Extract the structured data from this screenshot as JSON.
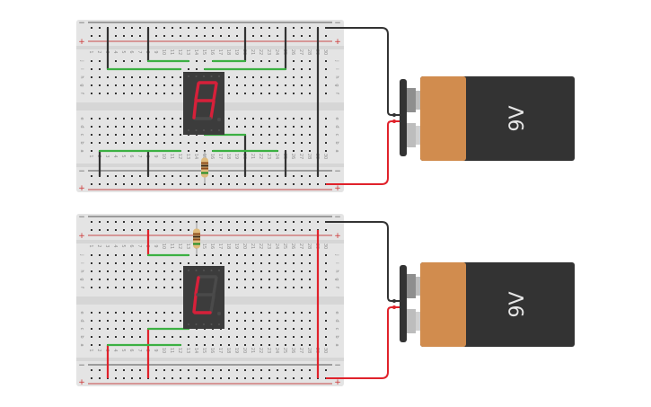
{
  "circuits": [
    {
      "id": "top",
      "breadboard": {
        "columns": 30,
        "row_letters_top": [
          "j",
          "i",
          "h",
          "g",
          "f"
        ],
        "row_letters_bottom": [
          "e",
          "d",
          "c",
          "b",
          "a"
        ],
        "rail_minus": "−",
        "rail_plus": "+"
      },
      "display": {
        "character": "A",
        "segments_on": [
          "a",
          "b",
          "c",
          "e",
          "f",
          "g"
        ],
        "on_color": "#d6203a",
        "off_color": "#4a4a4a"
      },
      "resistor": {
        "column": 15,
        "position": "bottom"
      },
      "battery": {
        "label": "9V"
      },
      "wires": [
        {
          "color": "black",
          "kind": "rail-top",
          "col": 3,
          "to_row": "i"
        },
        {
          "color": "black",
          "kind": "rail-top",
          "col": 8,
          "to_row": "j"
        },
        {
          "color": "black",
          "kind": "rail-top",
          "col": 20,
          "to_row": "j"
        },
        {
          "color": "black",
          "kind": "rail-top",
          "col": 25,
          "to_row": "i"
        },
        {
          "color": "black",
          "kind": "rail-bottom",
          "col": 2,
          "to_row": "a"
        },
        {
          "color": "black",
          "kind": "rail-bottom",
          "col": 8,
          "to_row": "a"
        },
        {
          "color": "black",
          "kind": "rail-bottom",
          "col": 20,
          "to_row": "c"
        },
        {
          "color": "black",
          "kind": "rail-bottom",
          "col": 25,
          "to_row": "a"
        },
        {
          "color": "black",
          "kind": "rail-span",
          "col": 29
        },
        {
          "color": "green",
          "row": "j",
          "from": 8,
          "to": 13
        },
        {
          "color": "green",
          "row": "j",
          "from": 16,
          "to": 20
        },
        {
          "color": "green",
          "row": "i",
          "from": 3,
          "to": 12
        },
        {
          "color": "green",
          "row": "i",
          "from": 15,
          "to": 25
        },
        {
          "color": "green",
          "row": "c",
          "from": 15,
          "to": 20
        },
        {
          "color": "green",
          "row": "a",
          "from": 2,
          "to": 12
        },
        {
          "color": "green",
          "row": "a",
          "from": 16,
          "to": 24
        }
      ]
    },
    {
      "id": "bottom",
      "breadboard": {
        "columns": 30,
        "row_letters_top": [
          "j",
          "i",
          "h",
          "g",
          "f"
        ],
        "row_letters_bottom": [
          "e",
          "d",
          "c",
          "b",
          "a"
        ],
        "rail_minus": "−",
        "rail_plus": "+"
      },
      "display": {
        "character": "L",
        "segments_on": [
          "d",
          "e",
          "f"
        ],
        "on_color": "#d6203a",
        "off_color": "#4a4a4a"
      },
      "resistor": {
        "column": 14,
        "position": "top"
      },
      "battery": {
        "label": "9V"
      },
      "wires": [
        {
          "color": "red",
          "kind": "rail-top-plus",
          "col": 8,
          "to_row": "j"
        },
        {
          "color": "red",
          "kind": "rail-span-red",
          "col": 29
        },
        {
          "color": "red",
          "kind": "rail-bottom-plus",
          "col": 3,
          "to_row": "a"
        },
        {
          "color": "red",
          "kind": "rail-bottom-plus",
          "col": 8,
          "to_row": "c"
        },
        {
          "color": "green",
          "row": "j",
          "from": 8,
          "to": 13
        },
        {
          "color": "green",
          "row": "c",
          "from": 8,
          "to": 13
        },
        {
          "color": "green",
          "row": "a",
          "from": 3,
          "to": 12
        }
      ]
    }
  ],
  "colors": {
    "breadboard": "#e4e4e4",
    "breadboard_strip": "#d6d6d6",
    "hole": "#333333",
    "rail_red": "#c94a4a",
    "rail_black": "#555555",
    "wire_black": "#333333",
    "wire_red": "#e0222b",
    "wire_green": "#3cb043",
    "battery_body": "#333333",
    "battery_copper": "#d18c4e",
    "display_body": "#3c3c3c"
  }
}
